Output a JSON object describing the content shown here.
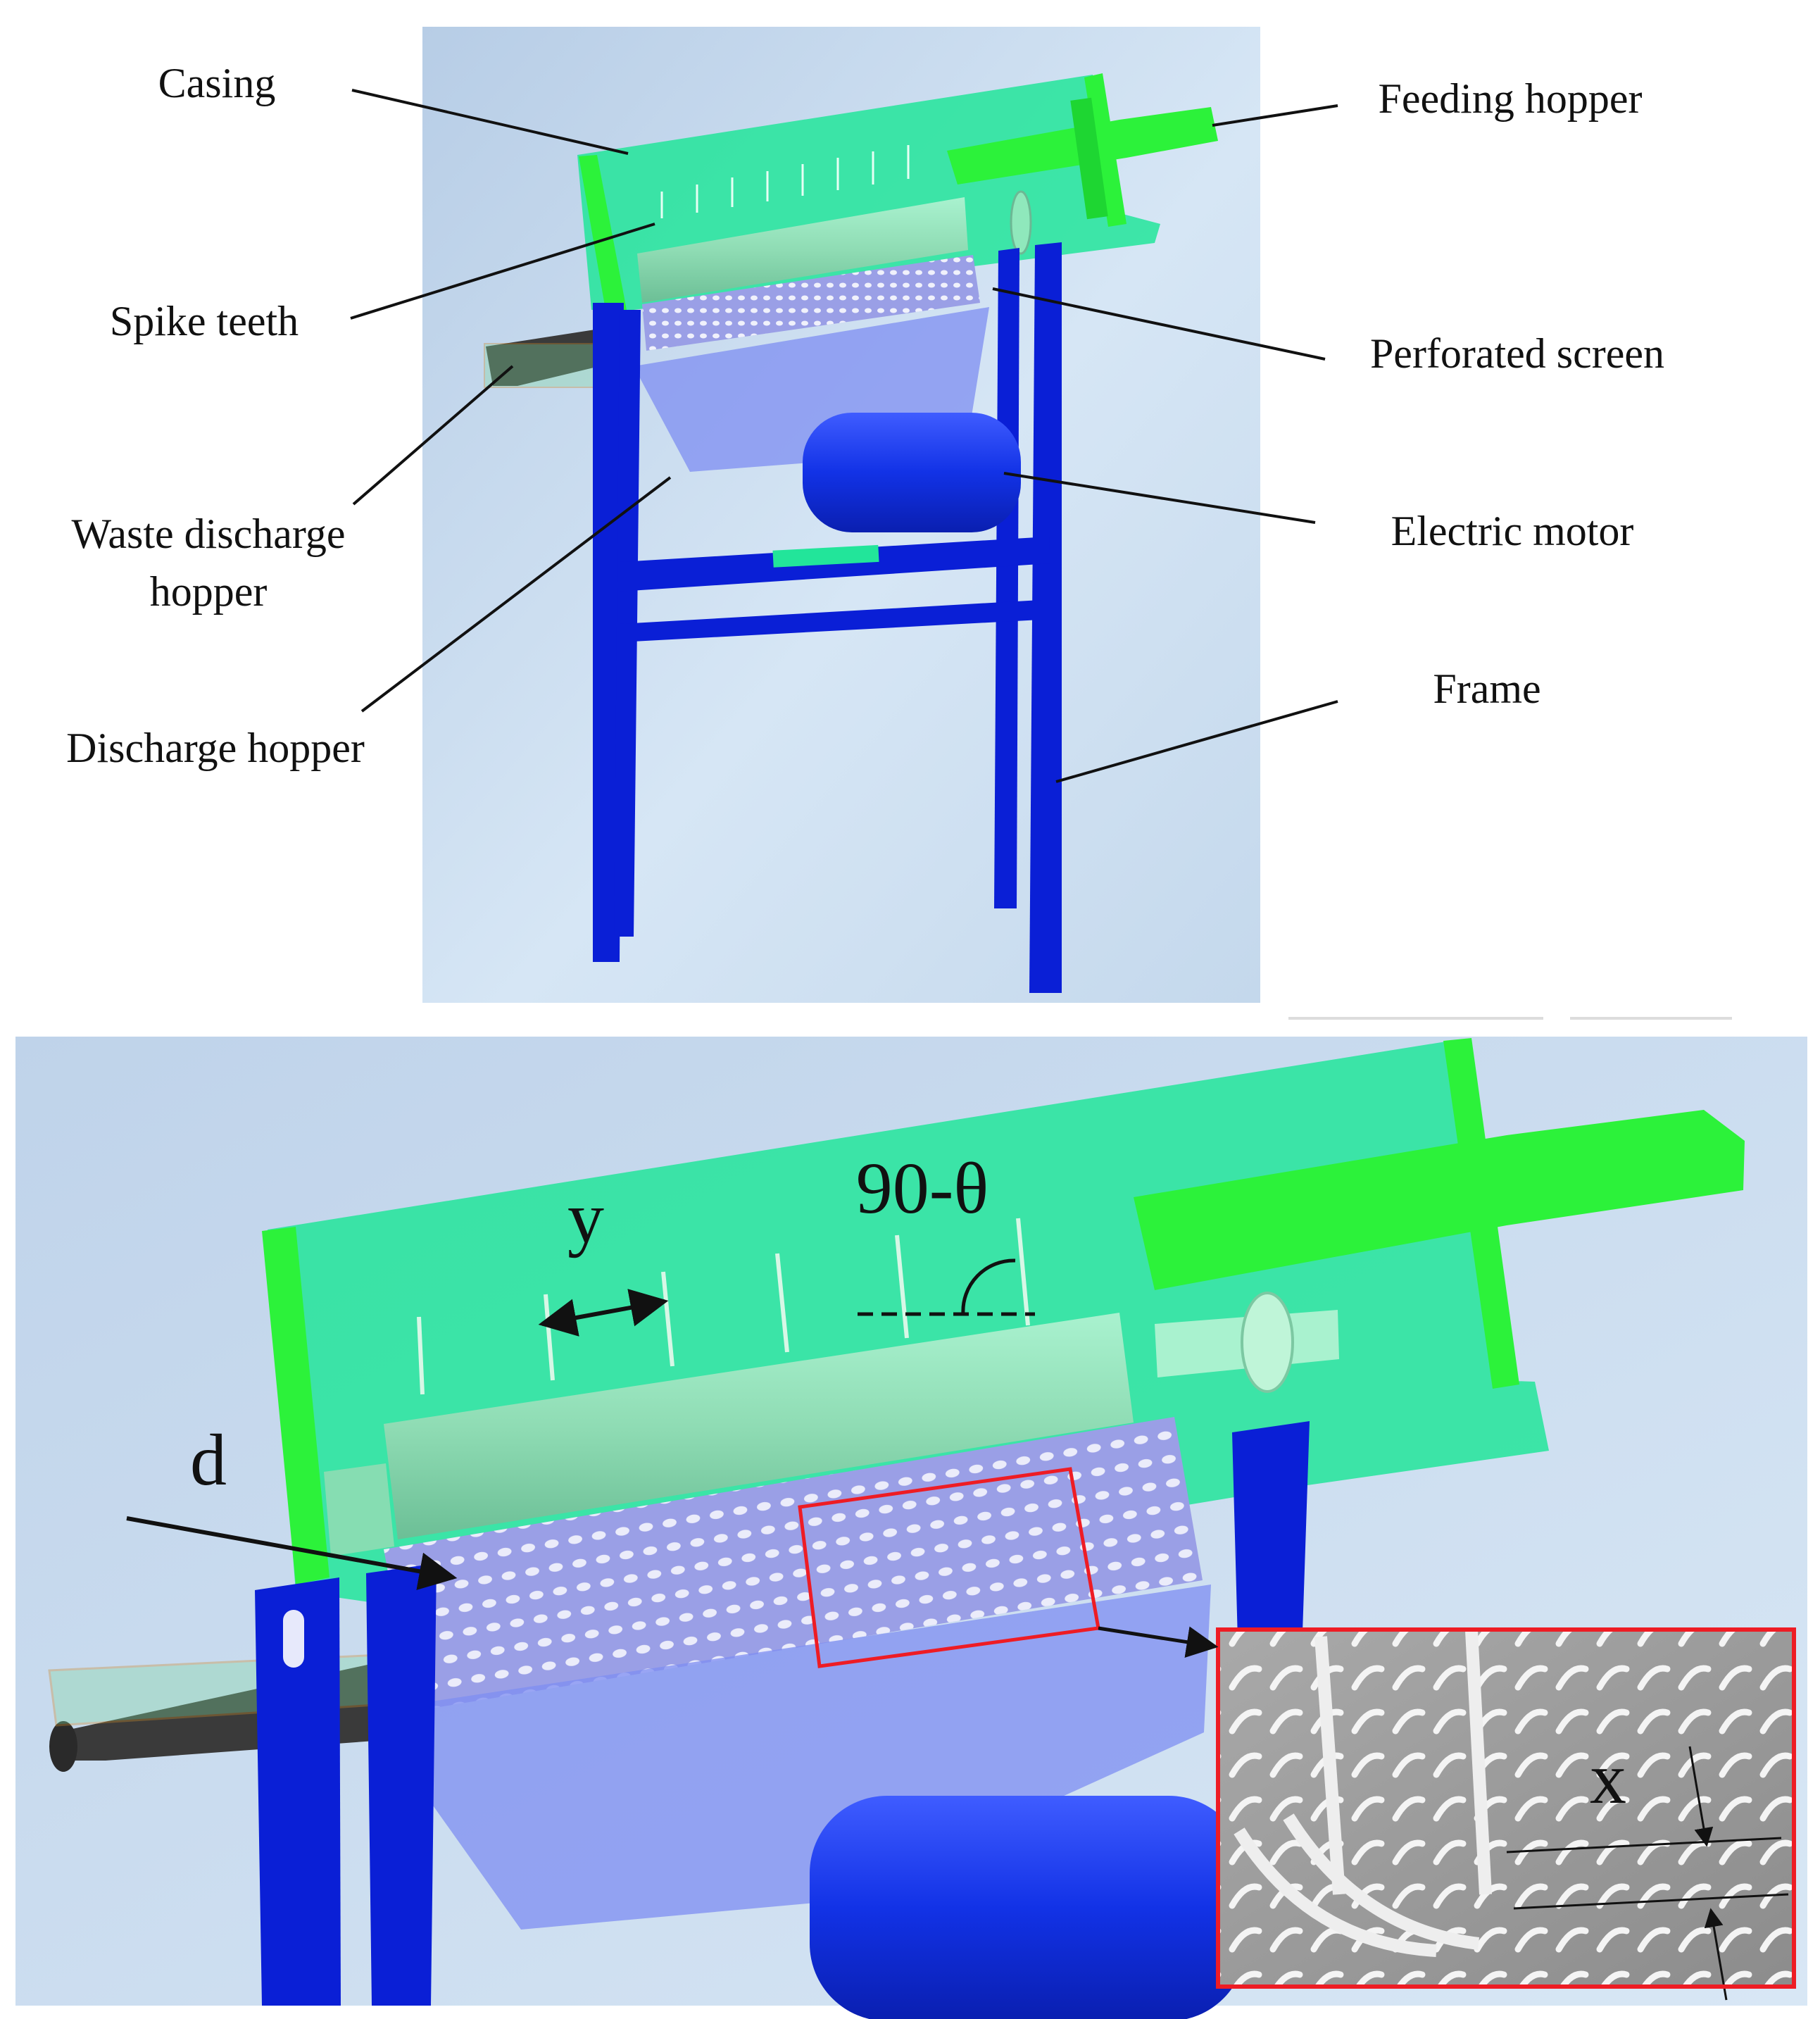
{
  "top_panel": {
    "labels": {
      "casing": "Casing",
      "spike_teeth": "Spike teeth",
      "waste_discharge_line1": "Waste discharge",
      "waste_discharge_line2": "hopper",
      "discharge_hopper": "Discharge hopper",
      "feeding_hopper": "Feeding hopper",
      "perforated_screen": "Perforated screen",
      "electric_motor": "Electric motor",
      "frame": "Frame"
    }
  },
  "bottom_panel": {
    "symbols": {
      "y": "y",
      "angle": "90-θ",
      "d": "d",
      "x": "x"
    }
  },
  "colors": {
    "frame_blue": "#0a1fd6",
    "casing_green": "#22e59a",
    "hopper_green": "#2cf23a",
    "screen_violet": "#9a9fe6",
    "motor_blue": "#1030e8",
    "background": "#c9dcef",
    "highlight_red": "#ee1c24",
    "waste_pipe": "#3a3a3a"
  }
}
